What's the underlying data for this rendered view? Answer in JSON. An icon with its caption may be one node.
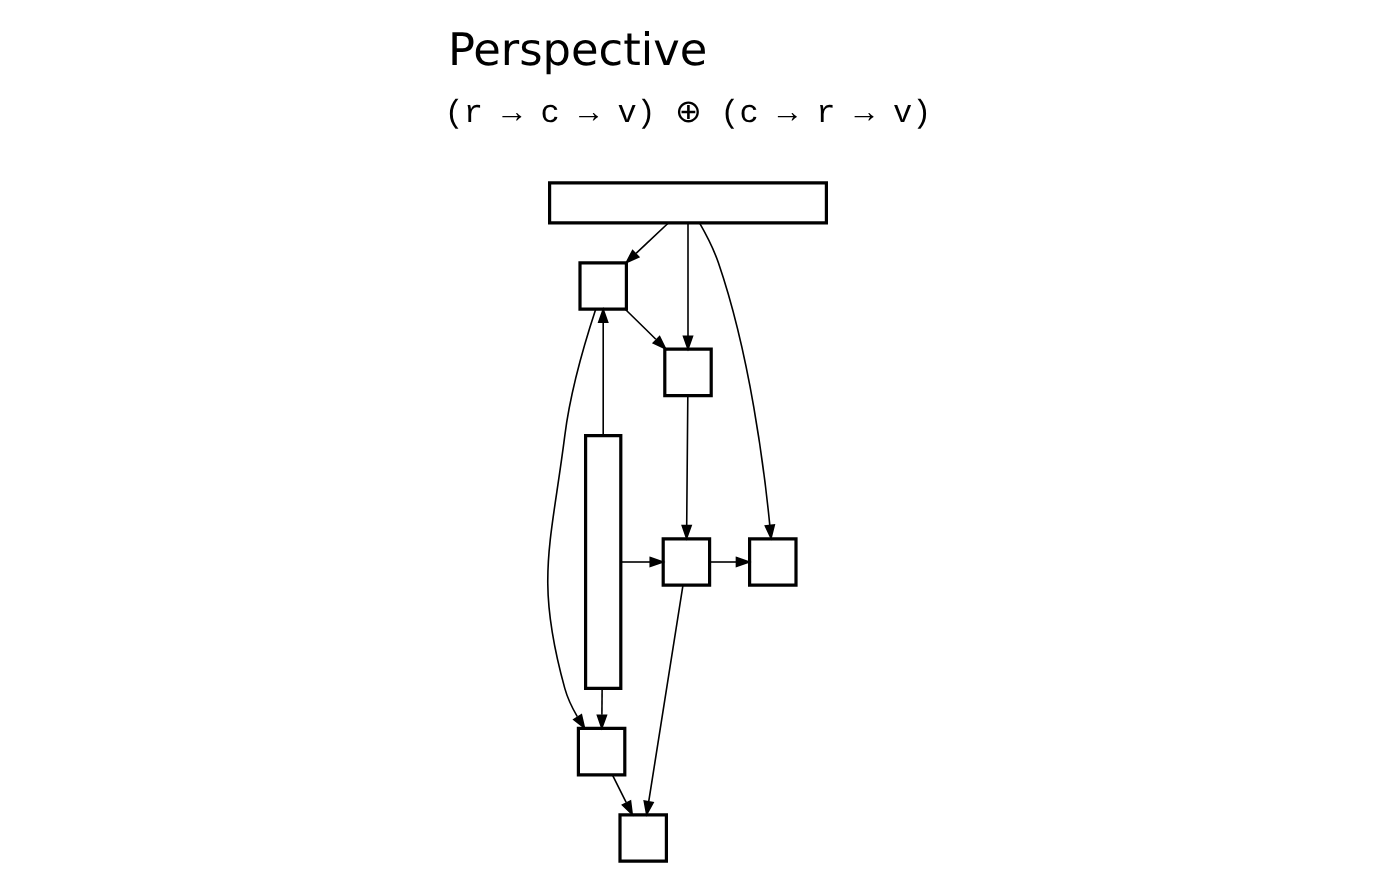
{
  "diagram": {
    "title": "Perspective",
    "nodes": [
      {
        "text": [],
        "shape": "bar"
      },
      {
        "text": [],
        "shape": "bar"
      },
      {
        "text": [],
        "shape": "box"
      },
      {
        "text": [],
        "shape": "box"
      },
      {
        "text": [],
        "shape": "box"
      },
      {
        "text": [],
        "shape": "box"
      },
      {
        "text": [],
        "shape": "box"
      },
      {
        "text": [],
        "shape": "box"
      }
    ],
    "edges": [
      {
        "from": 0,
        "to": 2,
        "arrow": "to"
      },
      {
        "from": 0,
        "to": 3,
        "arrow": "to"
      },
      {
        "from": 0,
        "to": 5,
        "arrow": "to"
      },
      {
        "from": 1,
        "to": 2,
        "arrow": "to"
      },
      {
        "from": 2,
        "to": 3,
        "arrow": "to"
      },
      {
        "from": 3,
        "to": 4,
        "arrow": "to"
      },
      {
        "from": 1,
        "to": 4,
        "arrow": "to"
      },
      {
        "from": 4,
        "to": 5,
        "arrow": "to"
      },
      {
        "from": 2,
        "to": 6,
        "arrow": "to"
      },
      {
        "from": 4,
        "to": 7,
        "arrow": "to"
      },
      {
        "from": 1,
        "to": 6,
        "arrow": "to"
      },
      {
        "from": 6,
        "to": 7,
        "arrow": "to"
      }
    ],
    "labels": [
      "(r → c → v) ⊕ (c → r → v)"
    ]
  }
}
